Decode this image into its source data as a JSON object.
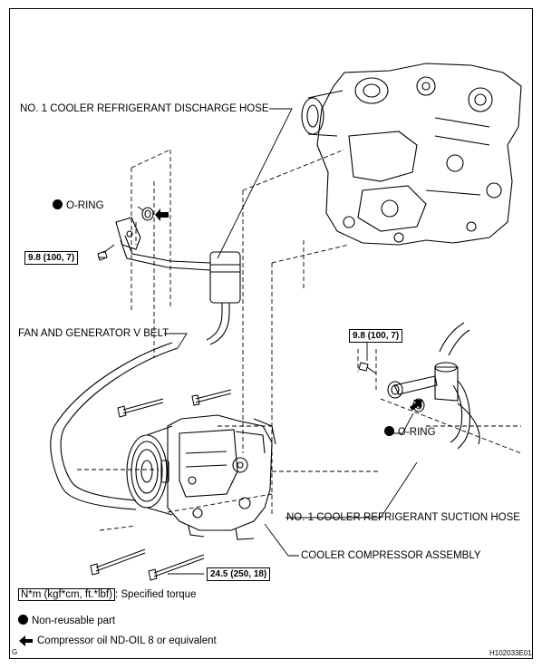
{
  "labels": {
    "discharge_hose": "NO. 1 COOLER REFRIGERANT DISCHARGE HOSE",
    "o_ring_top": "O-RING",
    "o_ring_right": "O-RING",
    "fan_belt": "FAN AND GENERATOR V BELT",
    "suction_hose": "NO. 1 COOLER REFRIGERANT SUCTION HOSE",
    "compressor": "COOLER COMPRESSOR ASSEMBLY"
  },
  "torques": {
    "left": "9.8 (100, 7)",
    "right": "9.8 (100, 7)",
    "bottom": "24.5 (250, 18)"
  },
  "legend": {
    "torque_unit": "N*m (kgf*cm, ft.*lbf)",
    "torque_desc": ": Specified torque",
    "non_reusable": "Non-reusable part",
    "compressor_oil": "Compressor oil ND-OIL 8 or equivalent"
  },
  "footer": {
    "page_letter": "G",
    "figure_id": "H102033E01"
  }
}
